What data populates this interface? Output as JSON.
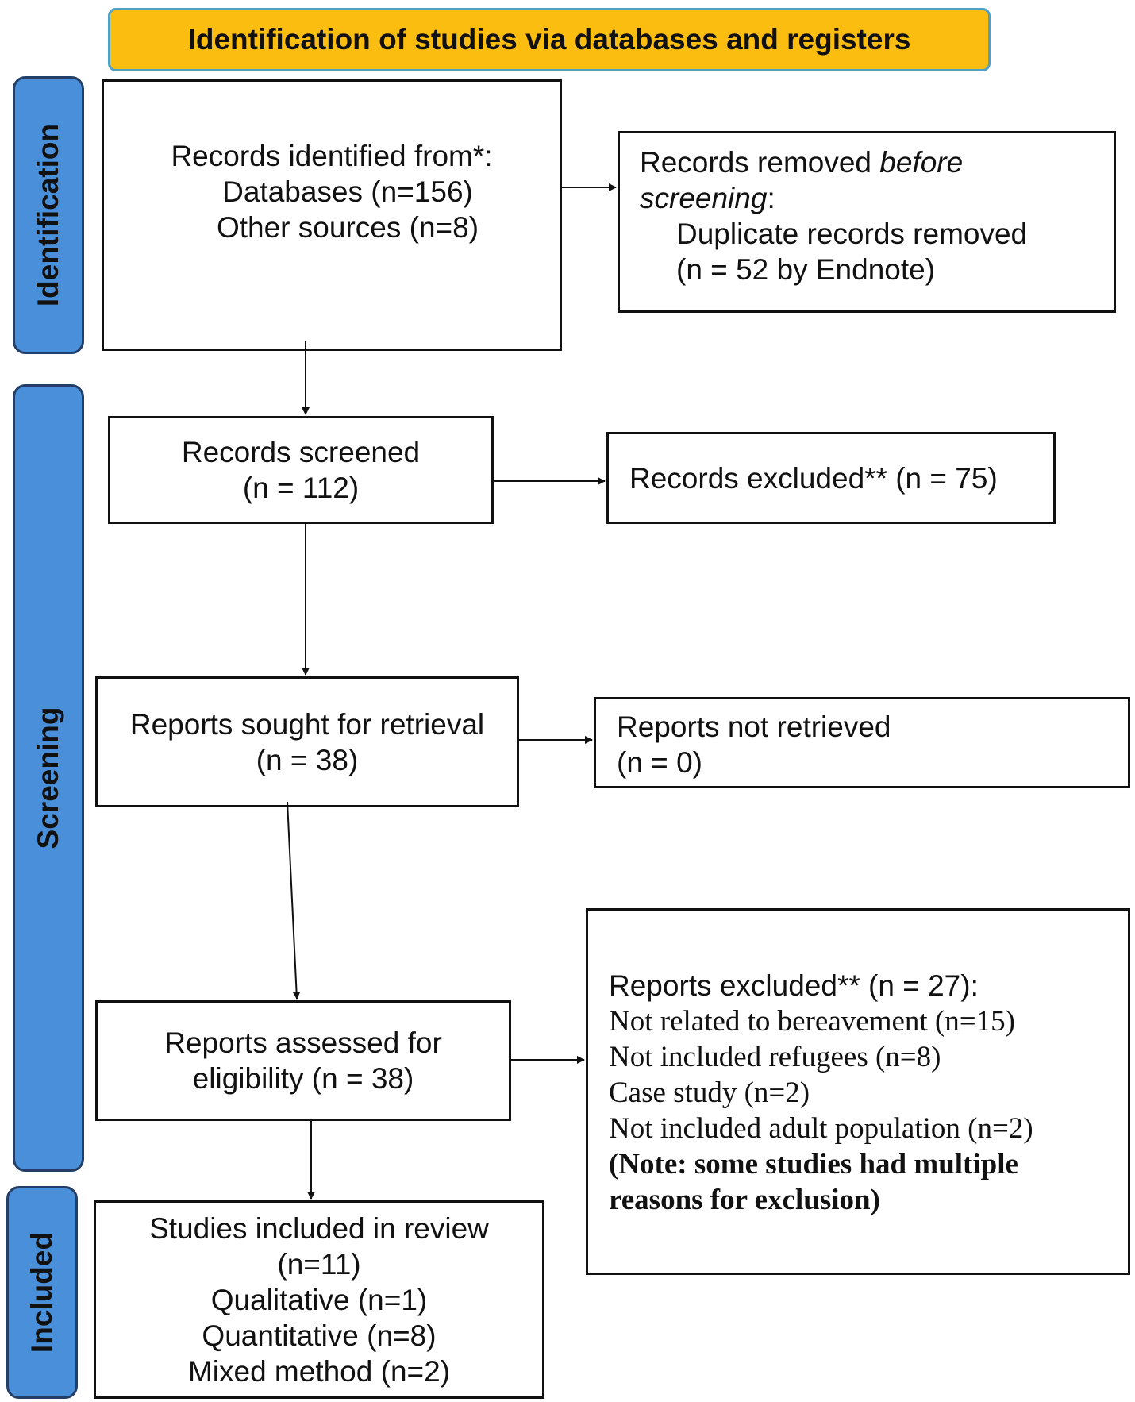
{
  "header": {
    "title": "Identification of studies via databases and registers"
  },
  "stages": {
    "identification": "Identification",
    "screening": "Screening",
    "included": "Included"
  },
  "identified": {
    "line1": "Records identified from*:",
    "line2": "Databases (n=156)",
    "line3": "Other sources (n=8)"
  },
  "removed": {
    "prefix": "Records removed ",
    "emph1": "before",
    "emph2": "screening",
    "suffix": ":",
    "line3": "Duplicate records removed",
    "line4": "(n = 52 by Endnote)"
  },
  "screened": {
    "line1": "Records screened",
    "line2": "(n = 112)"
  },
  "excluded_records": {
    "text": "Records excluded** (n = 75)"
  },
  "sought": {
    "line1": "Reports sought for retrieval",
    "line2": "(n = 38)"
  },
  "not_retrieved": {
    "line1": "Reports not retrieved",
    "line2": "(n = 0)"
  },
  "assessed": {
    "line1": "Reports assessed for",
    "line2": "eligibility (n = 38)"
  },
  "reports_excluded": {
    "title": "Reports excluded** (n = 27):",
    "reasons": [
      "Not related to bereavement (n=15)",
      "Not included refugees (n=8)",
      "Case study (n=2)",
      "Not included adult population (n=2)"
    ],
    "note_line1": "(Note: some studies had multiple",
    "note_line2": "reasons for exclusion)"
  },
  "included": {
    "line1": "Studies included in review",
    "line2": "(n=11)",
    "line3": "Qualitative (n=1)",
    "line4": "Quantitative (n=8)",
    "line5": "Mixed method (n=2)"
  }
}
